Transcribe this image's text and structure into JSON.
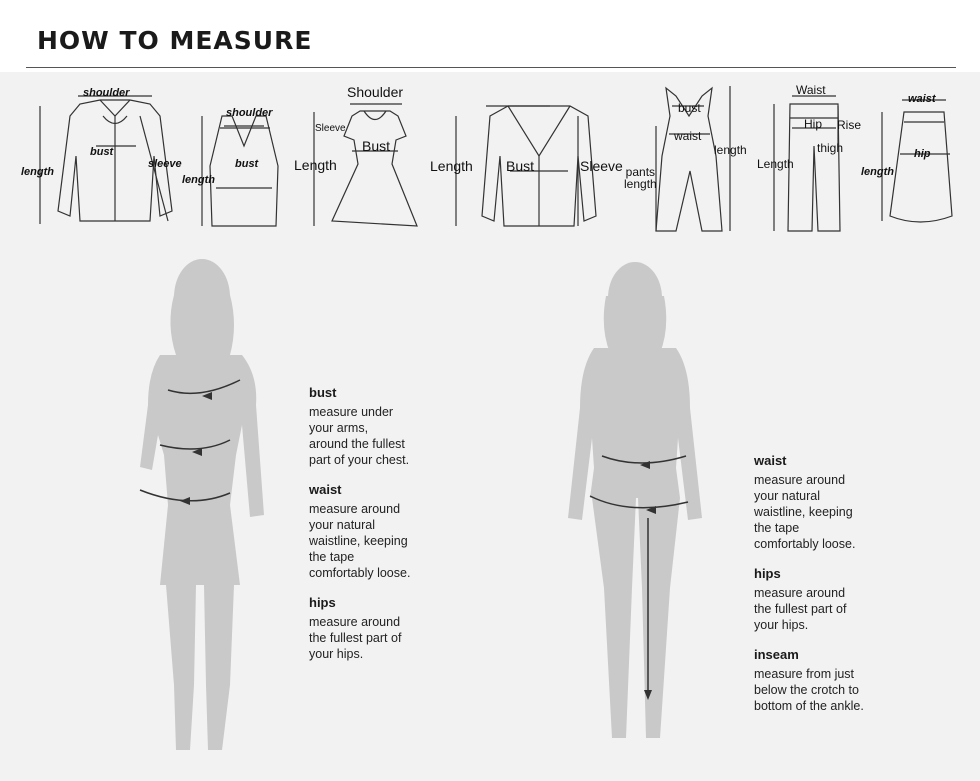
{
  "page": {
    "title": "HOW TO MEASURE"
  },
  "garments": {
    "blouse": {
      "shoulder": "shoulder",
      "bust": "bust",
      "sleeve": "sleeve",
      "length": "length"
    },
    "tank": {
      "shoulder": "shoulder",
      "bust": "bust",
      "length": "length"
    },
    "dress": {
      "shoulder": "Shoulder",
      "sleeve": "Sleeve",
      "bust": "Bust",
      "length": "Length"
    },
    "blazer": {
      "length": "Length",
      "bust": "Bust",
      "sleeve": "Sleeve"
    },
    "jumpsuit": {
      "bust": "bust",
      "waist": "waist",
      "pants_length": "pants\nlength",
      "length": "length"
    },
    "pants": {
      "waist": "Waist",
      "hip": "Hip",
      "rise": "Rise",
      "thigh": "thigh",
      "length": "Length"
    },
    "skirt": {
      "waist": "waist",
      "hip": "hip",
      "length": "length"
    }
  },
  "left_guide": [
    {
      "head": "bust",
      "desc": "measure under\nyour arms,\naround the fullest\npart of your chest."
    },
    {
      "head": "waist",
      "desc": "measure around\nyour natural\nwaistline, keeping\nthe tape\ncomfortably loose."
    },
    {
      "head": "hips",
      "desc": "measure around\nthe fullest part of\nyour hips."
    }
  ],
  "right_guide": [
    {
      "head": "waist",
      "desc": "measure around\nyour natural\nwaistline, keeping\nthe tape\ncomfortably loose."
    },
    {
      "head": "hips",
      "desc": "measure around\nthe fullest part of\nyour hips."
    },
    {
      "head": "inseam",
      "desc": "measure from just\nbelow the crotch to\nbottom of the ankle."
    }
  ],
  "colors": {
    "panel": "#f2f2f2",
    "silhouette": "#c9c9c9",
    "line": "#333333"
  }
}
